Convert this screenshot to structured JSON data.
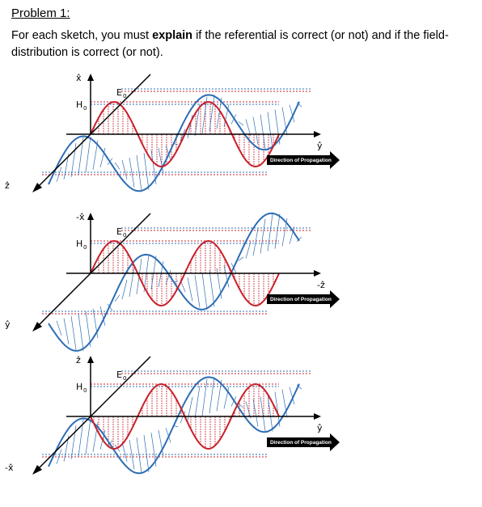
{
  "problem": {
    "heading": "Problem 1:",
    "instr_pre": "For each sketch, you must ",
    "instr_bold": "explain",
    "instr_post": " if the referential is correct (or not) and if the field-distribution is correct (or not)."
  },
  "colors": {
    "electric": "#c8202a",
    "magnetic": "#2c6db3",
    "axis": "#000000"
  },
  "sketches": [
    {
      "vertical_axis": "x̂",
      "horizontal_axis": "ŷ",
      "diagonal_axis": "ẑ",
      "field_h": "H",
      "field_h_sub": "0",
      "field_e": "E",
      "field_e_sub": "0",
      "direction": "Direction of Propagation"
    },
    {
      "vertical_axis": "-x̂",
      "horizontal_axis": "-ẑ",
      "diagonal_axis": "ŷ",
      "field_h": "H",
      "field_h_sub": "0",
      "field_e": "E",
      "field_e_sub": "0",
      "direction": "Direction of Propagation"
    },
    {
      "vertical_axis": "ẑ",
      "horizontal_axis": "ŷ",
      "diagonal_axis": "-x̂",
      "field_h": "H",
      "field_h_sub": "0",
      "field_e": "E",
      "field_e_sub": "0",
      "direction": "Direction of Propagation"
    }
  ]
}
